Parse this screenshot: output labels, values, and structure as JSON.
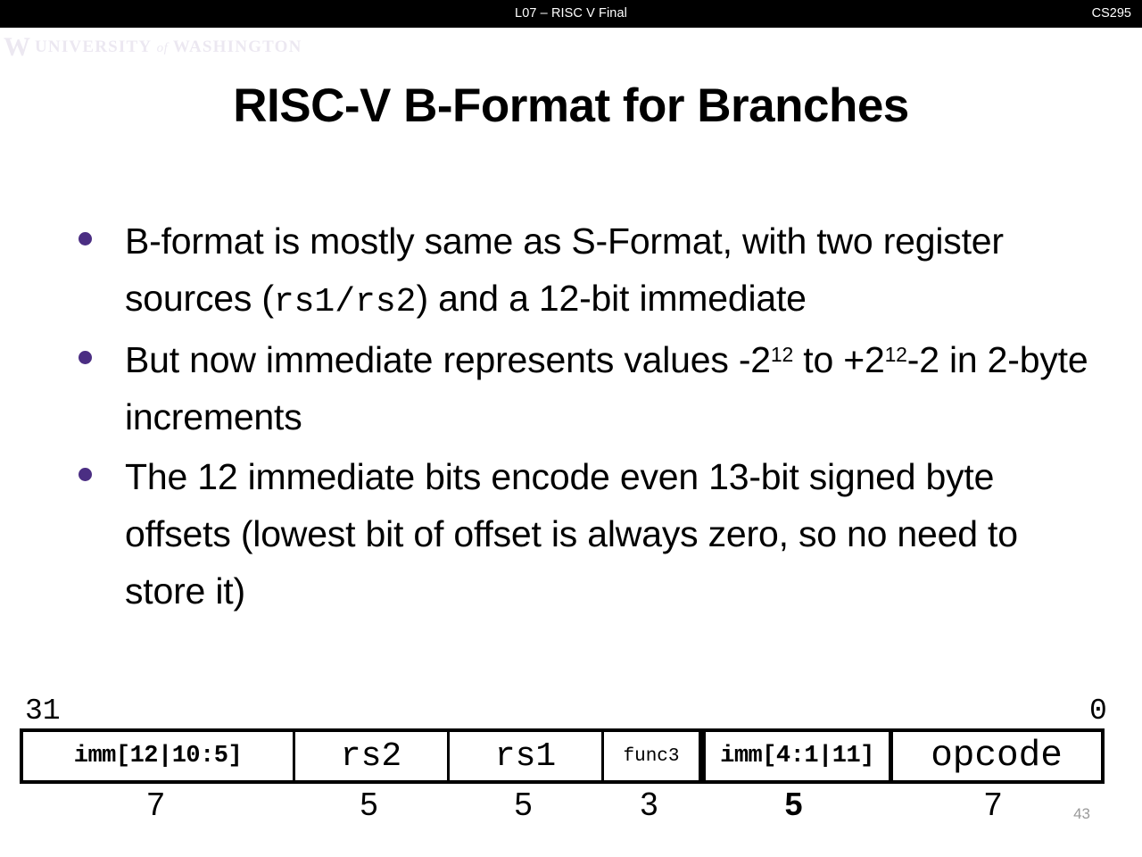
{
  "topbar": {
    "title": "L07 – RISC V Final",
    "course": "CS295"
  },
  "logo": {
    "mark": "W",
    "name": "UNIVERSITY",
    "of": "of",
    "place": "WASHINGTON"
  },
  "title": "RISC-V B-Format for Branches",
  "bullets": [
    {
      "parts": [
        {
          "type": "text",
          "value": "B-format is mostly same as S-Format, with two register sources ("
        },
        {
          "type": "mono",
          "value": "rs1/rs2"
        },
        {
          "type": "text",
          "value": ") and a 12-bit immediate"
        }
      ],
      "plain": "B-format is mostly same as S-Format, with two register sources (rs1/rs2) and a 12-bit immediate"
    },
    {
      "parts": [
        {
          "type": "text",
          "value": "But now immediate represents values -2"
        },
        {
          "type": "sup",
          "value": "12"
        },
        {
          "type": "text",
          "value": " to +2"
        },
        {
          "type": "sup",
          "value": "12"
        },
        {
          "type": "text",
          "value": "-2 in 2-byte increments"
        }
      ],
      "plain": "But now immediate represents values -2^12 to +2^12-2 in 2-byte increments"
    },
    {
      "parts": [
        {
          "type": "text",
          "value": "The 12 immediate bits encode even 13-bit signed byte offsets (lowest bit of offset is always zero, so no need to store it)"
        }
      ],
      "plain": "The 12 immediate bits encode even 13-bit signed byte offsets (lowest bit of offset is always zero, so no need to store it)"
    }
  ],
  "instruction_format": {
    "bit_high": "31",
    "bit_low": "0",
    "fields": [
      {
        "name": "imm[12|10:5]",
        "width": "7",
        "bold": true,
        "style": "bold-mono"
      },
      {
        "name": "rs2",
        "width": "5",
        "bold": false,
        "style": "mono"
      },
      {
        "name": "rs1",
        "width": "5",
        "bold": false,
        "style": "mono"
      },
      {
        "name": "func3",
        "width": "3",
        "bold": false,
        "style": "small-mono"
      },
      {
        "name": "imm[4:1|11]",
        "width": "5",
        "bold": true,
        "style": "bold-mono"
      },
      {
        "name": "opcode",
        "width": "7",
        "bold": false,
        "style": "large-mono"
      }
    ]
  },
  "slide_number": "43",
  "colors": {
    "bullet": "#4B2E83",
    "topbar_bg": "#000000",
    "topbar_fg": "#ffffff",
    "text": "#000000",
    "slide_number": "#9a9a9a"
  }
}
